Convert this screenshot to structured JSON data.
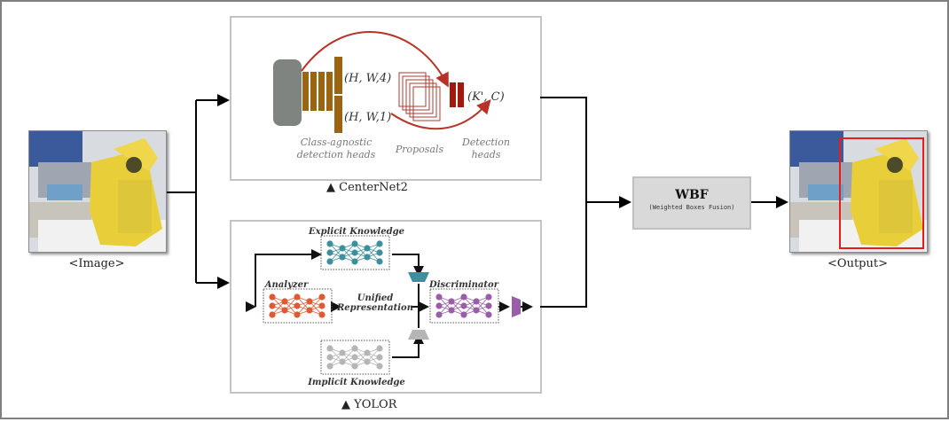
{
  "diagram": {
    "input": {
      "caption": "<Image>",
      "icon": "garbage-bag-photo"
    },
    "output": {
      "caption": "<Output>",
      "icon": "garbage-bag-photo-with-detection-box",
      "detection_box_color": "#e81c1c"
    },
    "centernet2": {
      "caption": "▲ CenterNet2",
      "labels": {
        "hw4": "(H, W,4)",
        "hw1": "(H, W,1)",
        "kc": "(K', C)",
        "class_agnostic_1": "Class-agnostic",
        "class_agnostic_2": "detection heads",
        "proposals": "Proposals",
        "detection_1": "Detection",
        "detection_2": "heads"
      },
      "colors": {
        "backbone": "#7f8481",
        "heads": "#9a6410",
        "proposals": "#b03a2e",
        "arrows": "#b83227"
      }
    },
    "yolor": {
      "caption": "▲ YOLOR",
      "labels": {
        "explicit": "Explicit Knowledge",
        "implicit": "Implicit Knowledge",
        "analyzer": "Analyzer",
        "unified_1": "Unified",
        "unified_2": "Representation",
        "discriminator": "Discriminator"
      },
      "colors": {
        "explicit": "#3e8f9e",
        "analyzer": "#de5a34",
        "implicit": "#b5b5b5",
        "discriminator": "#9a5ea8"
      }
    },
    "wbf": {
      "title": "WBF",
      "subtitle": "(Weighted Boxes Fusion)"
    }
  }
}
